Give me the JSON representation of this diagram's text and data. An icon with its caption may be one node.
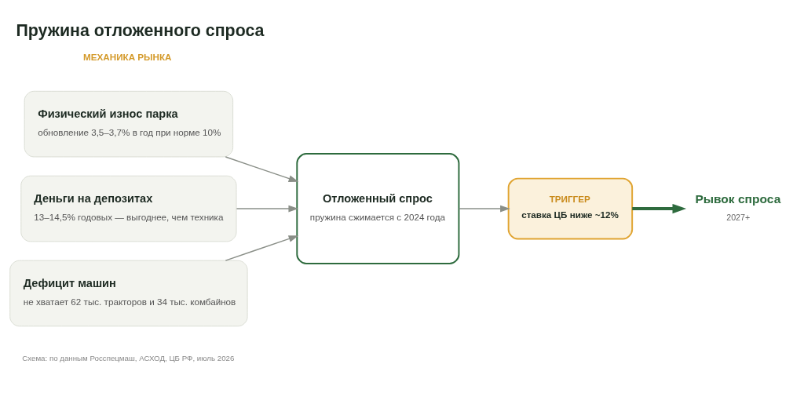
{
  "diagram": {
    "title": "Пружина отложенного спроса",
    "caption": "Схема: по данным Росспецмаш, АСХОД, ЦБ РФ, июль 2026",
    "nodes": [
      {
        "text": [
          "Физический износ парка",
          "обновление 3,5–3,7% в год при норме 10%"
        ]
      },
      {
        "text": [
          "Деньги на депозитах",
          "13–14,5% годовых — выгоднее, чем техника"
        ]
      },
      {
        "text": [
          "Дефицит машин",
          "не хватает 62 тыс. тракторов и 34 тыс. комбайнов"
        ]
      },
      {
        "text": [
          "Отложенный спрос",
          "пружина сжимается с 2024 года"
        ]
      },
      {
        "text": [
          "ТРИГГЕР",
          "ставка ЦБ ниже ~12%"
        ]
      },
      {
        "text": [
          "Рывок спроса"
        ],
        "beside": [
          "2027+"
        ]
      }
    ],
    "edges": [
      {
        "from": 0,
        "to": 3,
        "arrow": "to"
      },
      {
        "from": 1,
        "to": 3,
        "arrow": "to"
      },
      {
        "from": 2,
        "to": 3,
        "arrow": "to"
      },
      {
        "from": 3,
        "to": 4,
        "arrow": "to"
      },
      {
        "from": 4,
        "to": 5,
        "arrow": "to",
        "style": "thick",
        "color": "#2e6b3e"
      }
    ],
    "labels": [
      "МЕХАНИКА РЫНКА"
    ]
  }
}
